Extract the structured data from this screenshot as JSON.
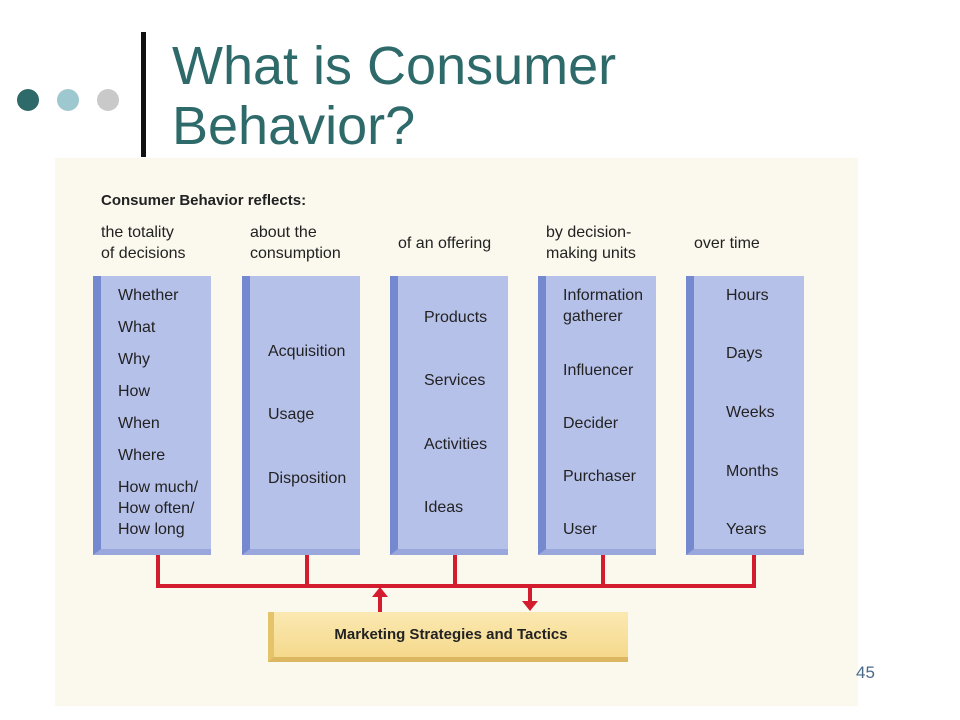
{
  "slide": {
    "title_line1": "What is Consumer",
    "title_line2": "Behavior?",
    "page_number": "45",
    "colors": {
      "title": "#2e6a6a",
      "dot1": "#2e6a6a",
      "dot2": "#9dc8cf",
      "dot3": "#c9c9c9",
      "box": "#b6c1ea",
      "connector": "#d31c2e",
      "strategy_box": "#f5d98c"
    }
  },
  "diagram": {
    "heading": "Consumer Behavior reflects:",
    "columns": [
      {
        "header": [
          "the totality",
          "of decisions"
        ],
        "items": [
          "Whether",
          "What",
          "Why",
          "How",
          "When",
          "Where",
          "How much/",
          "How often/",
          "How long"
        ]
      },
      {
        "header": [
          "about the",
          "consumption"
        ],
        "items": [
          "Acquisition",
          "Usage",
          "Disposition"
        ]
      },
      {
        "header": [
          "of an offering"
        ],
        "items": [
          "Products",
          "Services",
          "Activities",
          "Ideas"
        ]
      },
      {
        "header": [
          "by decision-",
          "making units"
        ],
        "items": [
          "Information",
          "gatherer",
          "Influencer",
          "Decider",
          "Purchaser",
          "User"
        ]
      },
      {
        "header": [
          "over time"
        ],
        "items": [
          "Hours",
          "Days",
          "Weeks",
          "Months",
          "Years"
        ]
      }
    ],
    "strategy_label": "Marketing Strategies and Tactics"
  }
}
